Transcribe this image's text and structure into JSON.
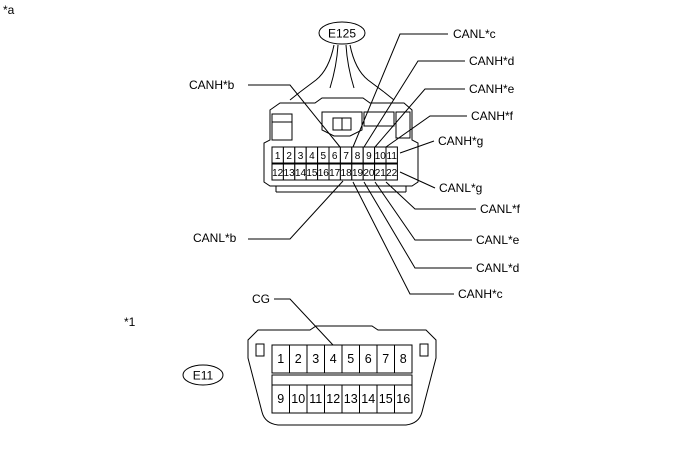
{
  "marks": {
    "a": "*a",
    "one": "*1"
  },
  "connector_e125": {
    "id": "E125",
    "pins_top": [
      "1",
      "2",
      "3",
      "4",
      "5",
      "6",
      "7",
      "8",
      "9",
      "10",
      "11"
    ],
    "pins_bottom": [
      "12",
      "13",
      "14",
      "15",
      "16",
      "17",
      "18",
      "19",
      "20",
      "21",
      "22"
    ],
    "labels": {
      "canh_b": "CANH*b",
      "canl_c": "CANL*c",
      "canh_d": "CANH*d",
      "canh_e": "CANH*e",
      "canh_f": "CANH*f",
      "canh_g": "CANH*g",
      "canl_g": "CANL*g",
      "canl_f": "CANL*f",
      "canl_b": "CANL*b",
      "canl_e": "CANL*e",
      "canl_d": "CANL*d",
      "canh_c": "CANH*c"
    }
  },
  "connector_e11": {
    "id": "E11",
    "pins_top": [
      "1",
      "2",
      "3",
      "4",
      "5",
      "6",
      "7",
      "8"
    ],
    "pins_bottom": [
      "9",
      "10",
      "11",
      "12",
      "13",
      "14",
      "15",
      "16"
    ],
    "labels": {
      "cg": "CG"
    }
  }
}
